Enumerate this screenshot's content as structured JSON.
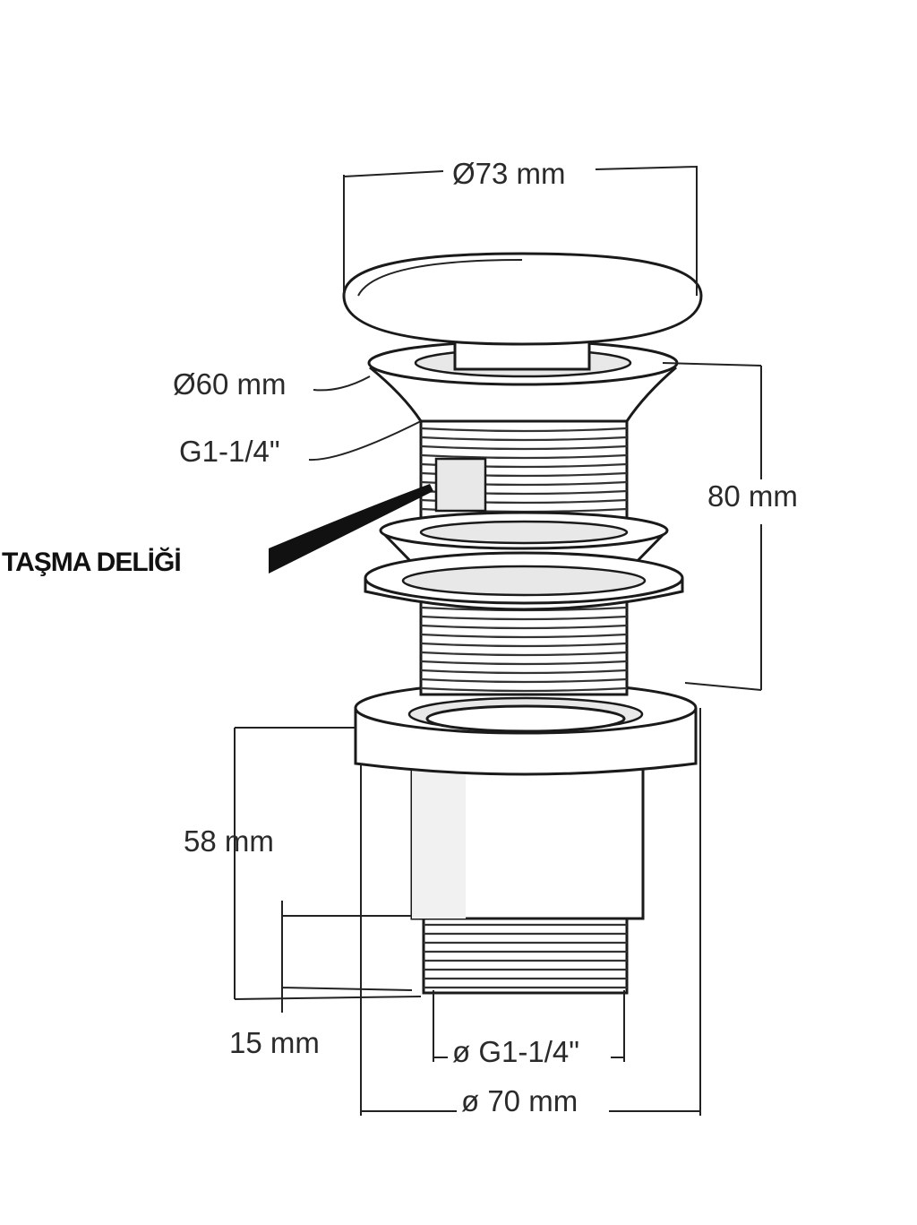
{
  "title": "Click-clack drain plug technical drawing",
  "labels": {
    "cap_diameter": "Ø73 mm",
    "flange_diameter": "Ø60 mm",
    "upper_thread": "G1-1/4\"",
    "overflow_hole": "TAŞMA DELİĞİ",
    "upper_length": "80 mm",
    "lower_height": "58 mm",
    "thread_length": "15 mm",
    "lower_thread": "ø G1-1/4\"",
    "base_diameter": "ø 70 mm"
  }
}
